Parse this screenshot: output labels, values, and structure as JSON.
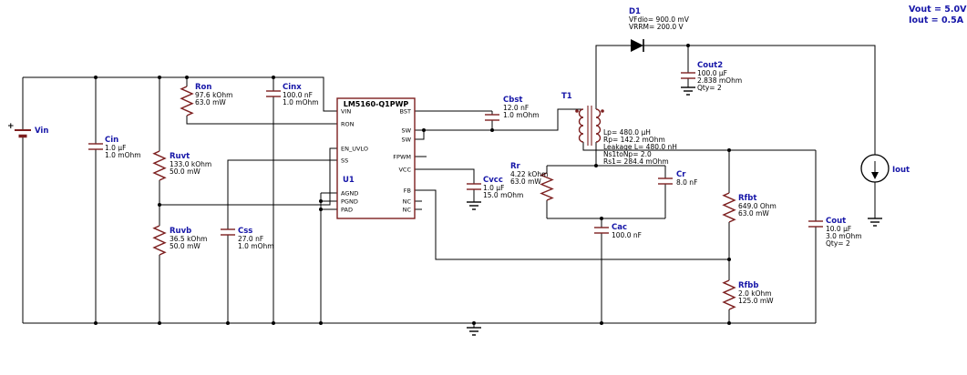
{
  "annotations": {
    "vout": "Vout = 5.0V",
    "iout": "Iout = 0.5A"
  },
  "colors": {
    "wire": "#000000",
    "symbol": "#7d1f1f",
    "designator": "#1616a8",
    "value": "#000000",
    "annotation": "#1616a8"
  },
  "ic": {
    "designator": "U1",
    "part": "LM5160-Q1PWP",
    "left_pins": [
      "VIN",
      "RON",
      "EN_UVLO",
      "SS",
      "AGND",
      "PGND",
      "PAD"
    ],
    "right_pins": [
      "BST",
      "SW",
      "SW",
      "FPWM",
      "VCC",
      "FB",
      "NC",
      "NC"
    ]
  },
  "components": {
    "vin": {
      "name": "Vin"
    },
    "cin": {
      "name": "Cin",
      "value": "1.0 µF",
      "esr": "1.0 mOhm"
    },
    "ruvt": {
      "name": "Ruvt",
      "value": "133.0 kOhm",
      "power": "50.0 mW"
    },
    "ruvb": {
      "name": "Ruvb",
      "value": "36.5 kOhm",
      "power": "50.0 mW"
    },
    "ron": {
      "name": "Ron",
      "value": "97.6 kOhm",
      "power": "63.0 mW"
    },
    "cinx": {
      "name": "Cinx",
      "value": "100.0 nF",
      "esr": "1.0 mOhm"
    },
    "css": {
      "name": "Css",
      "value": "27.0 nF",
      "esr": "1.0 mOhm"
    },
    "cbst": {
      "name": "Cbst",
      "value": "12.0 nF",
      "esr": "1.0 mOhm"
    },
    "cvcc": {
      "name": "Cvcc",
      "value": "1.0 µF",
      "esr": "15.0 mOhm"
    },
    "d1": {
      "name": "D1",
      "params": [
        "VFdio= 900.0 mV",
        "VRRM= 200.0 V"
      ]
    },
    "cout2": {
      "name": "Cout2",
      "value": "100.0 µF",
      "esr": "2.838 mOhm",
      "qty": "Qty= 2"
    },
    "t1": {
      "name": "T1",
      "params": [
        "Lp= 480.0 µH",
        "Rp= 142.2 mOhm",
        "Leakage L= 480.0 nH",
        "Ns1toNp= 2.0",
        "Rs1= 284.4 mOhm"
      ]
    },
    "rr": {
      "name": "Rr",
      "value": "4.22 kOhm",
      "power": "63.0 mW"
    },
    "cr": {
      "name": "Cr",
      "value": "8.0 nF"
    },
    "cac": {
      "name": "Cac",
      "value": "100.0 nF"
    },
    "rfbt": {
      "name": "Rfbt",
      "value": "649.0 Ohm",
      "power": "63.0 mW"
    },
    "rfbb": {
      "name": "Rfbb",
      "value": "2.0 kOhm",
      "power": "125.0 mW"
    },
    "cout": {
      "name": "Cout",
      "value": "10.0 µF",
      "esr": "3.0 mOhm",
      "qty": "Qty= 2"
    },
    "iout": {
      "name": "Iout"
    }
  }
}
